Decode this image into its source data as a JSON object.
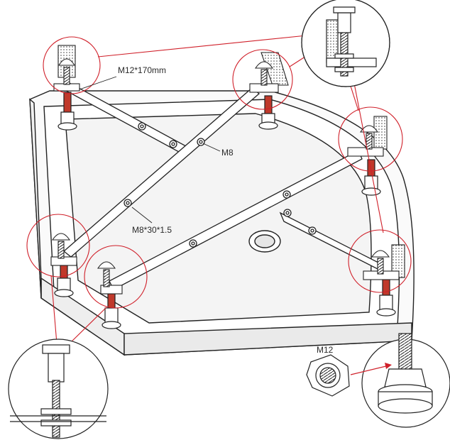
{
  "labels": {
    "bolt_long": "M12*170mm",
    "bolt_m8": "M8",
    "bolt_short": "M8*30*1.5",
    "nut": "M12"
  },
  "colors": {
    "line": "#222222",
    "callout": "#d0202a",
    "accent": "#c0392b",
    "fill": "#ffffff"
  }
}
